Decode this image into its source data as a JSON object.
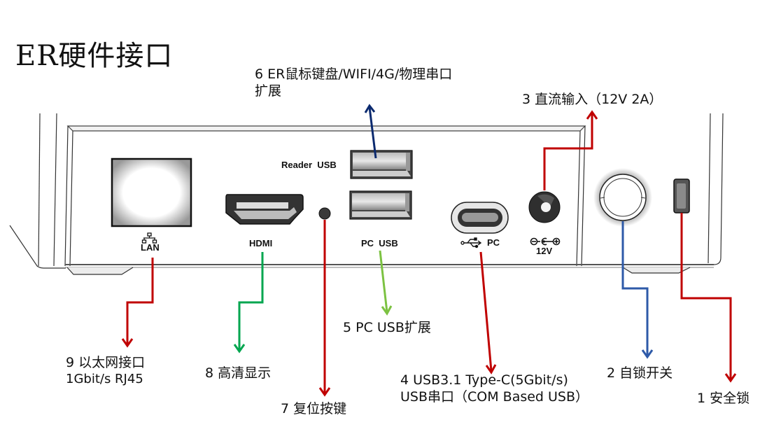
{
  "title": "ER硬件接口",
  "device": {
    "port_labels": {
      "lan": "LAN",
      "hdmi": "HDMI",
      "reader_usb": "Reader  USB",
      "pc_usb": "PC  USB",
      "typec": "PC",
      "dc": "12V"
    },
    "icons": [
      "network-icon",
      "usb-icon",
      "dc-polarity-icon"
    ]
  },
  "callouts": [
    {
      "id": 1,
      "lines": [
        "1 安全锁"
      ],
      "color": "#c00000"
    },
    {
      "id": 2,
      "lines": [
        "2 自锁开关"
      ],
      "color": "#2e5aa8"
    },
    {
      "id": 3,
      "lines": [
        "3 直流输入（12V 2A）"
      ],
      "color": "#c00000"
    },
    {
      "id": 4,
      "lines": [
        "4 USB3.1 Type-C(5Gbit/s)",
        "USB串口（COM Based USB）"
      ],
      "color": "#c00000"
    },
    {
      "id": 5,
      "lines": [
        "5 PC USB扩展"
      ],
      "color": "#7cc242"
    },
    {
      "id": 6,
      "lines": [
        "6 ER鼠标键盘/WIFI/4G/物理串口",
        "扩展"
      ],
      "color": "#0b2a6f"
    },
    {
      "id": 7,
      "lines": [
        "7 复位按键"
      ],
      "color": "#c00000"
    },
    {
      "id": 8,
      "lines": [
        "8 高清显示"
      ],
      "color": "#00a64f"
    },
    {
      "id": 9,
      "lines": [
        "9 以太网接口",
        "1Gbit/s RJ45"
      ],
      "color": "#c00000"
    }
  ]
}
